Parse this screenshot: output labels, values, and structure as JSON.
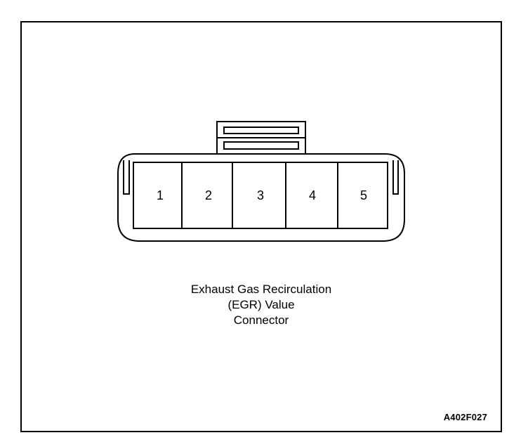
{
  "connector": {
    "pins": [
      "1",
      "2",
      "3",
      "4",
      "5"
    ]
  },
  "caption": {
    "line1": "Exhaust Gas Recirculation",
    "line2": "(EGR) Value",
    "line3": "Connector"
  },
  "figure_id": "A402F027"
}
